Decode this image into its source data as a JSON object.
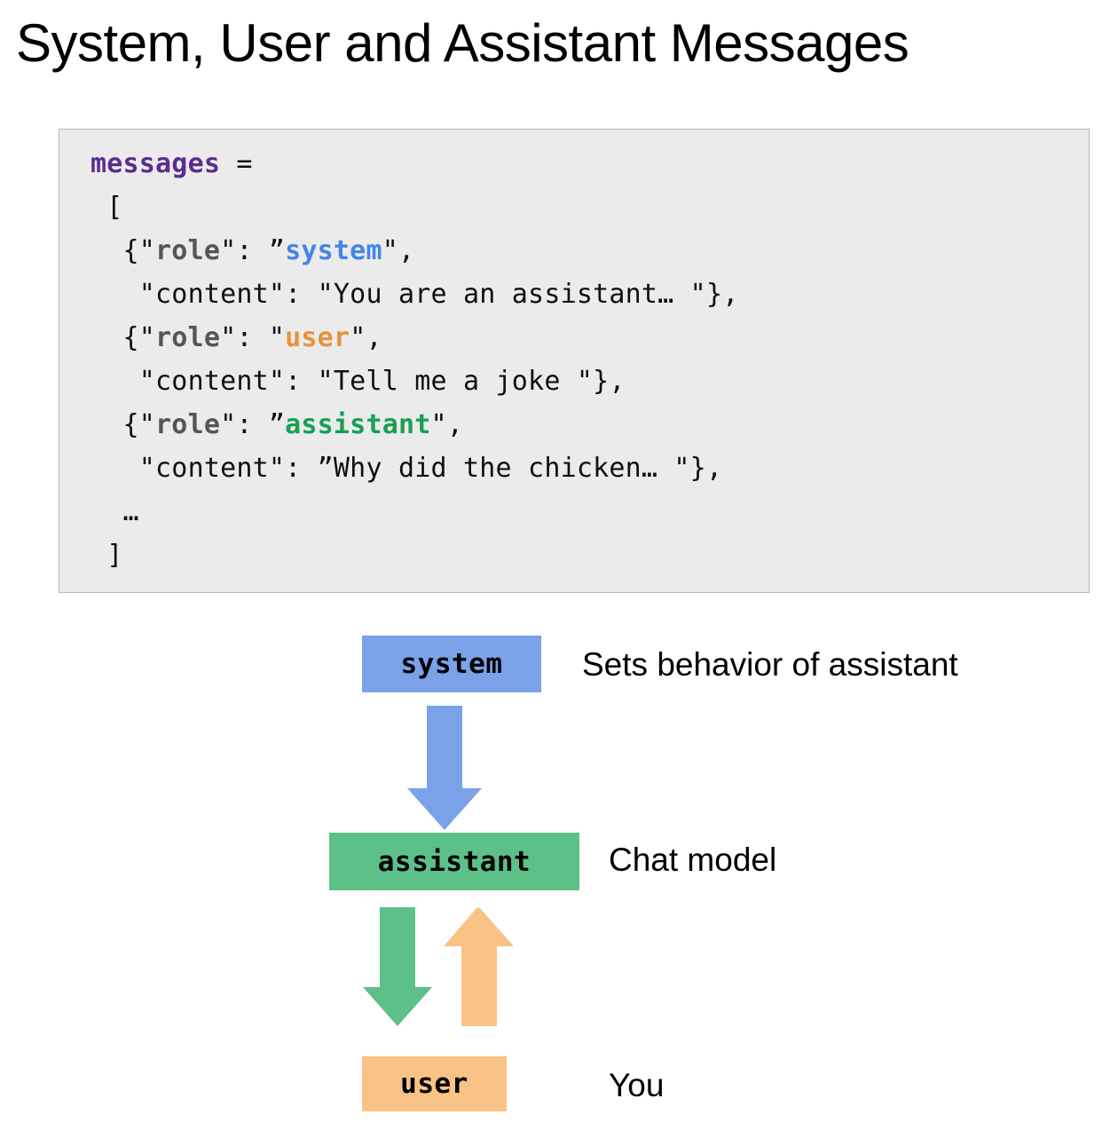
{
  "page": {
    "title": "System, User and Assistant Messages",
    "background": "#ffffff"
  },
  "code_block": {
    "background": "#ebebeb",
    "border_color": "#b8b8b8",
    "language": "python",
    "lines": [
      {
        "id": "line-assign",
        "segments": [
          {
            "text": "messages",
            "token": "var"
          },
          {
            "text": " =",
            "token": "plain"
          }
        ]
      },
      {
        "id": "line-open",
        "segments": [
          {
            "text": " [",
            "token": "plain"
          }
        ]
      },
      {
        "id": "line-role-system",
        "segments": [
          {
            "text": "  {\"",
            "token": "plain"
          },
          {
            "text": "role",
            "token": "key"
          },
          {
            "text": "\": ”",
            "token": "plain"
          },
          {
            "text": "system",
            "token": "system"
          },
          {
            "text": "\",",
            "token": "plain"
          }
        ]
      },
      {
        "id": "line-content-system",
        "segments": [
          {
            "text": "   \"content\": \"You are an assistant… \"},",
            "token": "plain"
          }
        ]
      },
      {
        "id": "line-role-user",
        "segments": [
          {
            "text": "  {\"",
            "token": "plain"
          },
          {
            "text": "role",
            "token": "key"
          },
          {
            "text": "\": \"",
            "token": "plain"
          },
          {
            "text": "user",
            "token": "user"
          },
          {
            "text": "\",",
            "token": "plain"
          }
        ]
      },
      {
        "id": "line-content-user",
        "segments": [
          {
            "text": "   \"content\": \"Tell me a joke \"},",
            "token": "plain"
          }
        ]
      },
      {
        "id": "line-role-assistant",
        "segments": [
          {
            "text": "  {\"",
            "token": "plain"
          },
          {
            "text": "role",
            "token": "key"
          },
          {
            "text": "\": ”",
            "token": "plain"
          },
          {
            "text": "assistant",
            "token": "assistant"
          },
          {
            "text": "\",",
            "token": "plain"
          }
        ]
      },
      {
        "id": "line-content-assistant",
        "segments": [
          {
            "text": "   \"content\": ”Why did the chicken… \"},",
            "token": "plain"
          }
        ]
      },
      {
        "id": "line-ellipsis",
        "segments": [
          {
            "text": "  …",
            "token": "plain"
          }
        ]
      },
      {
        "id": "line-close",
        "segments": [
          {
            "text": " ]",
            "token": "plain"
          }
        ]
      }
    ],
    "token_colors": {
      "var": "#5b2d8e",
      "key": "#555555",
      "system": "#4485e8",
      "user": "#e8923c",
      "assistant": "#18a050",
      "plain": "#101010"
    }
  },
  "diagram": {
    "nodes": [
      {
        "id": "system",
        "text": "system",
        "color": "#7ba1e8",
        "label": "Sets behavior of assistant"
      },
      {
        "id": "assistant",
        "text": "assistant",
        "color": "#5cc088",
        "label": "Chat model"
      },
      {
        "id": "user",
        "text": "user",
        "color": "#f9c286",
        "label": "You"
      }
    ],
    "arrows": [
      {
        "id": "system-to-assistant",
        "from": "system",
        "to": "assistant",
        "direction": "down",
        "color": "#7ba1e8"
      },
      {
        "id": "assistant-to-user",
        "from": "assistant",
        "to": "user",
        "direction": "down",
        "color": "#5cc088"
      },
      {
        "id": "user-to-assistant",
        "from": "user",
        "to": "assistant",
        "direction": "up",
        "color": "#f9c286"
      }
    ]
  }
}
